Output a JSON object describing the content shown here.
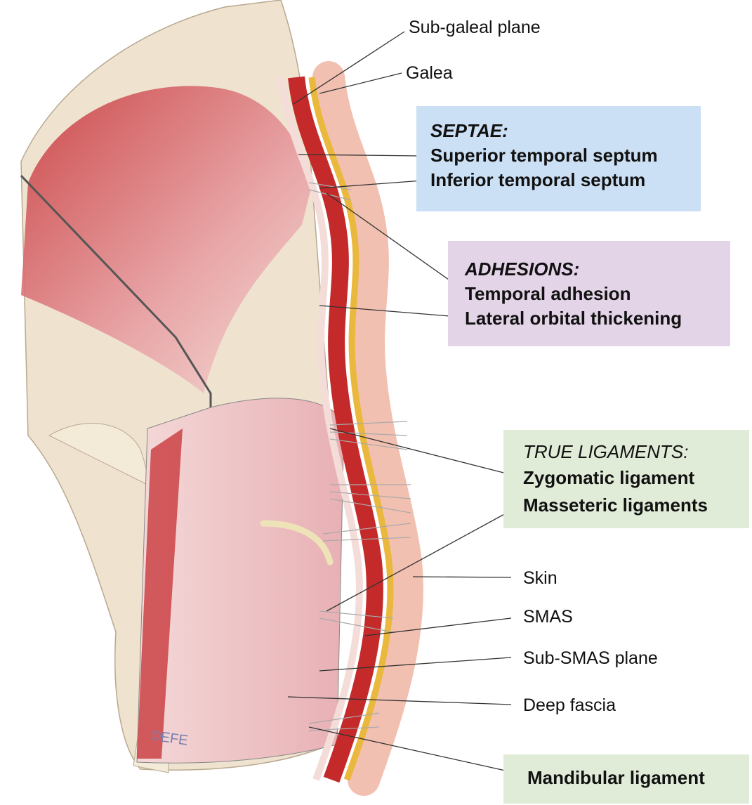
{
  "labels": {
    "sub_galeal_plane": "Sub-galeal plane",
    "galea": "Galea",
    "skin": "Skin",
    "smas": "SMAS",
    "sub_smas_plane": "Sub-SMAS plane",
    "deep_fascia": "Deep fascia"
  },
  "septae": {
    "title": "SEPTAE:",
    "items": [
      "Superior temporal septum",
      "Inferior temporal septum"
    ],
    "color": "#cce0f5"
  },
  "adhesions": {
    "title": "ADHESIONS:",
    "items": [
      "Temporal adhesion",
      "Lateral orbital thickening"
    ],
    "color": "#e4d4e8"
  },
  "true_ligaments": {
    "title": "TRUE LIGAMENTS:",
    "items": [
      "Zygomatic ligament",
      "Masseteric ligaments"
    ],
    "color": "#e1ecd8"
  },
  "mandibular": {
    "label": "Mandibular ligament",
    "color": "#e1ecd8"
  },
  "signature": "©EFE"
}
